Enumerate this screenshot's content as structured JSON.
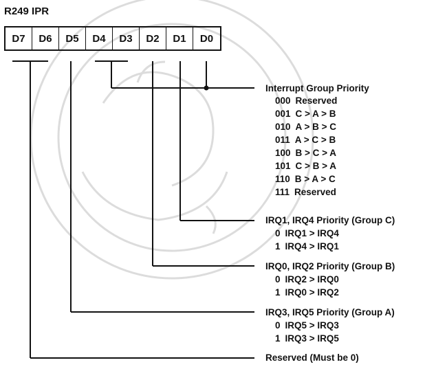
{
  "register": {
    "title": "R249 IPR",
    "bits": [
      "D7",
      "D6",
      "D5",
      "D4",
      "D3",
      "D2",
      "D1",
      "D0"
    ]
  },
  "fields": [
    {
      "name": "Interrupt Group Priority",
      "options": [
        {
          "code": "000",
          "text": "Reserved"
        },
        {
          "code": "001",
          "text": "C > A > B"
        },
        {
          "code": "010",
          "text": "A > B > C"
        },
        {
          "code": "011",
          "text": "A > C > B"
        },
        {
          "code": "100",
          "text": "B > C > A"
        },
        {
          "code": "101",
          "text": "C > B > A"
        },
        {
          "code": "110",
          "text": "B > A > C"
        },
        {
          "code": "111",
          "text": "Reserved"
        }
      ]
    },
    {
      "name": "IRQ1, IRQ4 Priority (Group C)",
      "options": [
        {
          "code": "0",
          "text": "IRQ1 > IRQ4"
        },
        {
          "code": "1",
          "text": "IRQ4 > IRQ1"
        }
      ]
    },
    {
      "name": "IRQ0, IRQ2 Priority (Group B)",
      "options": [
        {
          "code": "0",
          "text": "IRQ2 > IRQ0"
        },
        {
          "code": "1",
          "text": "IRQ0 > IRQ2"
        }
      ]
    },
    {
      "name": "IRQ3, IRQ5 Priority (Group A)",
      "options": [
        {
          "code": "0",
          "text": "IRQ5 > IRQ3"
        },
        {
          "code": "1",
          "text": "IRQ3 > IRQ5"
        }
      ]
    },
    {
      "name": "Reserved (Must be 0)",
      "options": []
    }
  ],
  "colors": {
    "ink": "#111111",
    "watermark": "#d9d9d9"
  }
}
